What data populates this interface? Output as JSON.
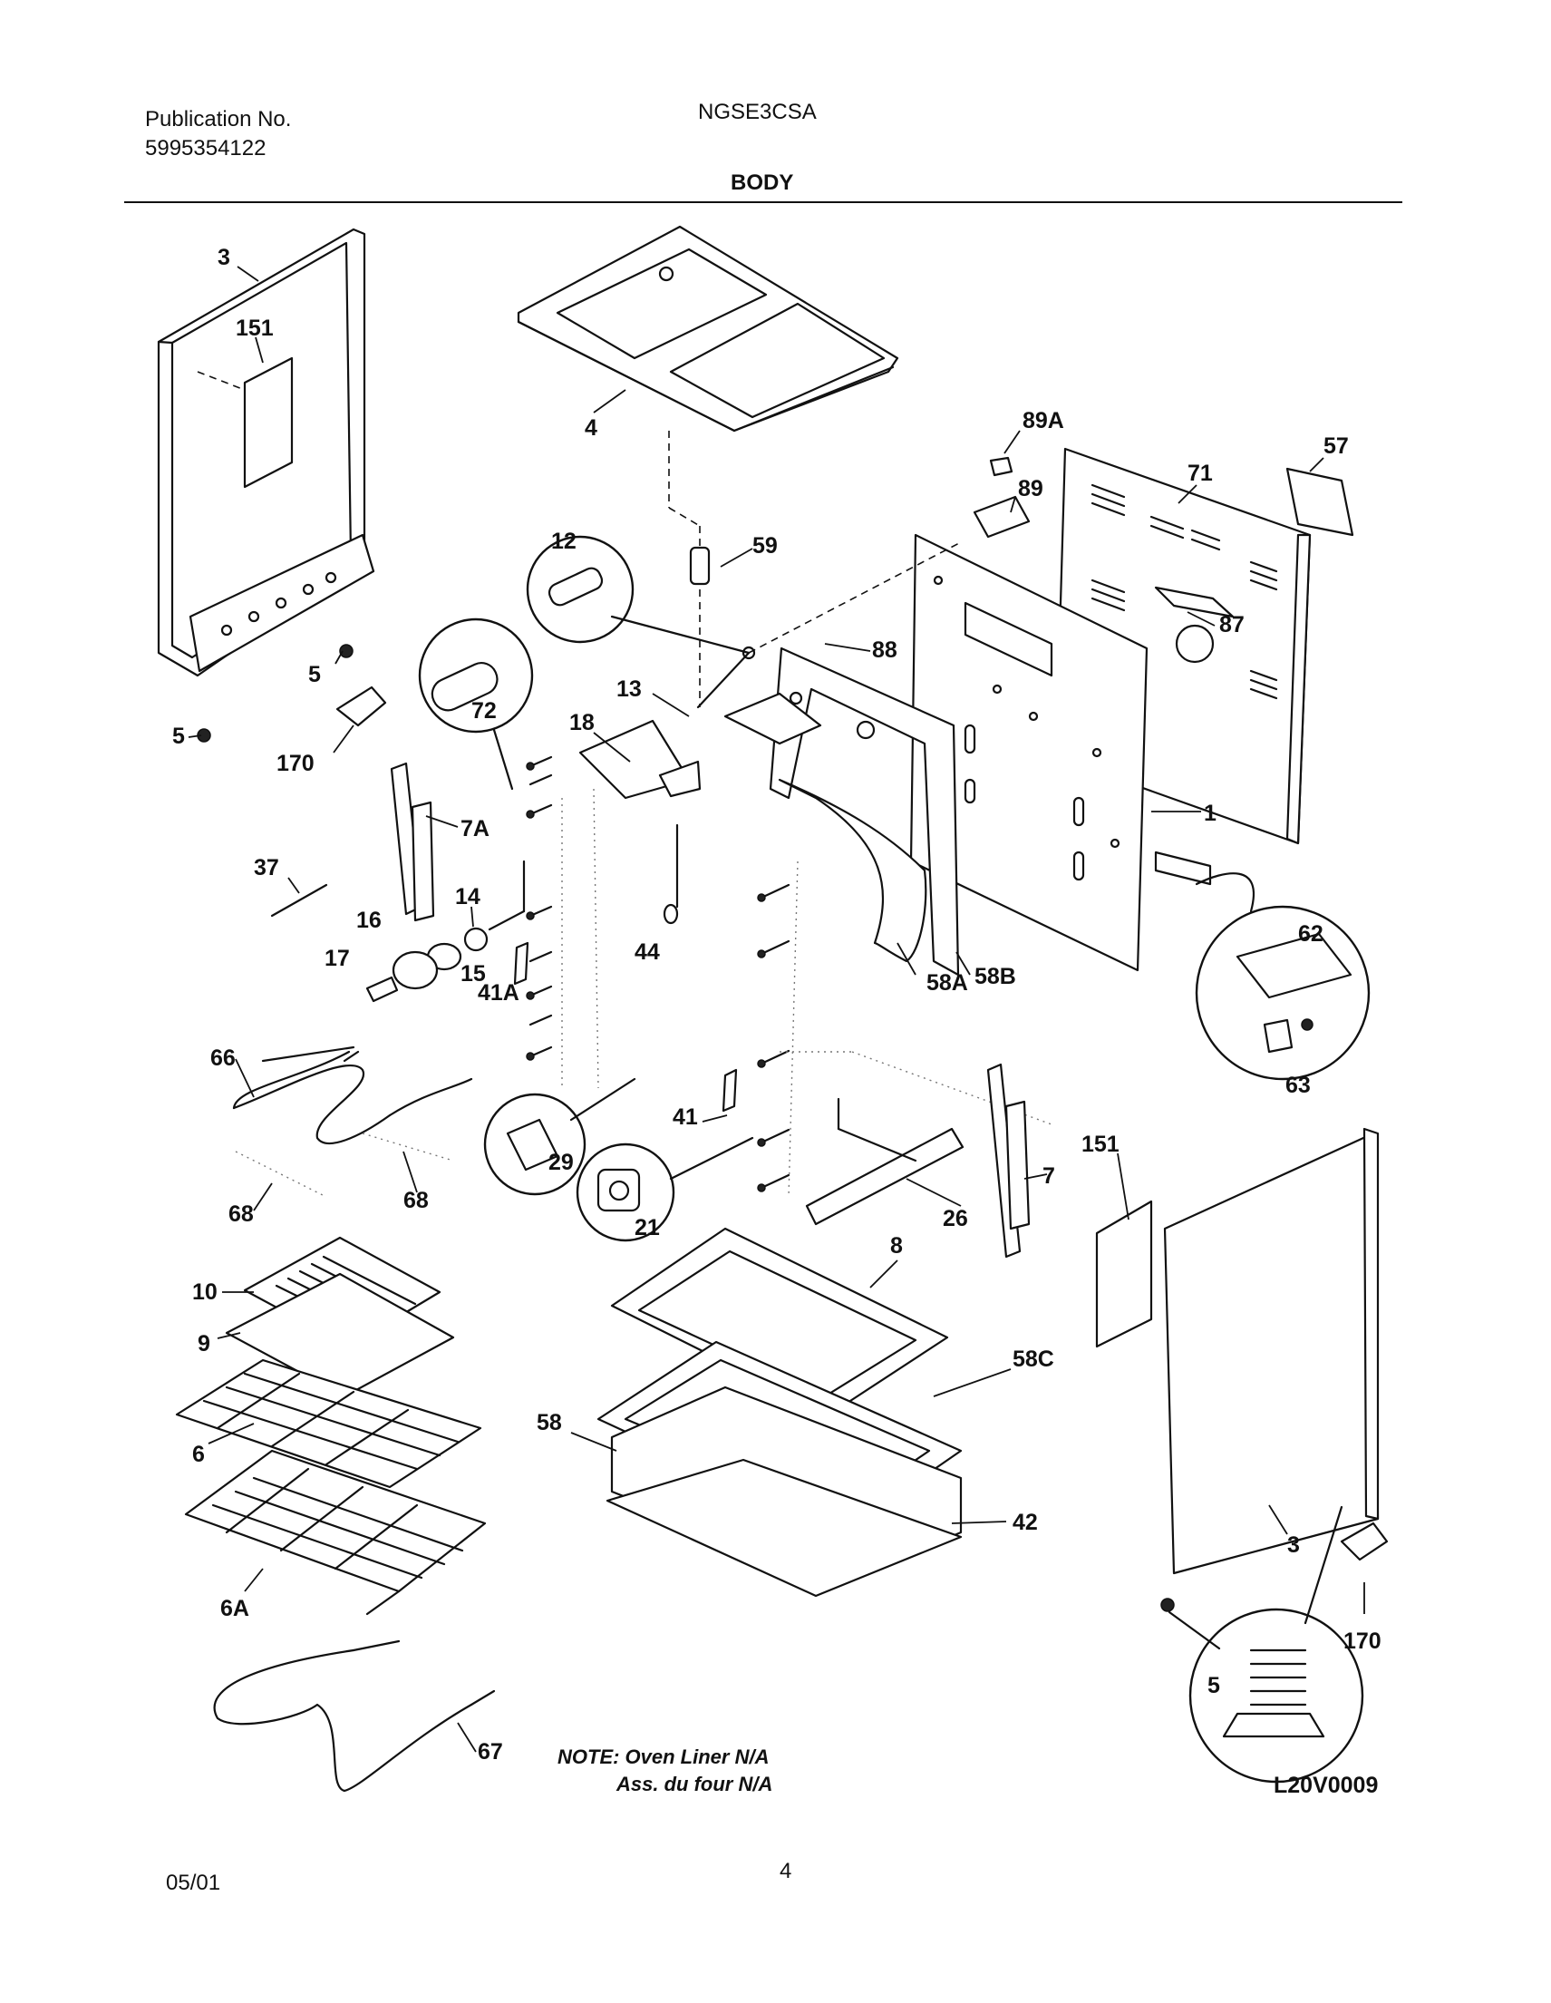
{
  "header": {
    "publication_label": "Publication No.",
    "publication_number": "5995354122",
    "model": "NGSE3CSA",
    "section_title": "BODY"
  },
  "diagram": {
    "callouts": {
      "c3a": "3",
      "c151a": "151",
      "c4": "4",
      "c89A": "89A",
      "c57": "57",
      "c71": "71",
      "c89": "89",
      "c12": "12",
      "c59": "59",
      "c87": "87",
      "c5a": "5",
      "c88": "88",
      "c72": "72",
      "c13": "13",
      "c18": "18",
      "c5b": "5",
      "c170a": "170",
      "c7A": "7A",
      "c1": "1",
      "c37": "37",
      "c14": "14",
      "c62": "62",
      "c16": "16",
      "c17": "17",
      "c44": "44",
      "c15": "15",
      "c58A": "58A",
      "c58B": "58B",
      "c41A": "41A",
      "c63": "63",
      "c66": "66",
      "c41": "41",
      "c7": "7",
      "c151b": "151",
      "c29": "29",
      "c21": "21",
      "c26": "26",
      "c68a": "68",
      "c68b": "68",
      "c8": "8",
      "c10": "10",
      "c9": "9",
      "c58C": "58C",
      "c58": "58",
      "c6": "6",
      "c42": "42",
      "c3b": "3",
      "c6A": "6A",
      "c170b": "170",
      "c5c": "5",
      "c67": "67"
    },
    "note_line1": "NOTE: Oven Liner N/A",
    "note_line2": "Ass. du four N/A",
    "drawing_code": "L20V0009"
  },
  "footer": {
    "date": "05/01",
    "page_number": "4"
  }
}
